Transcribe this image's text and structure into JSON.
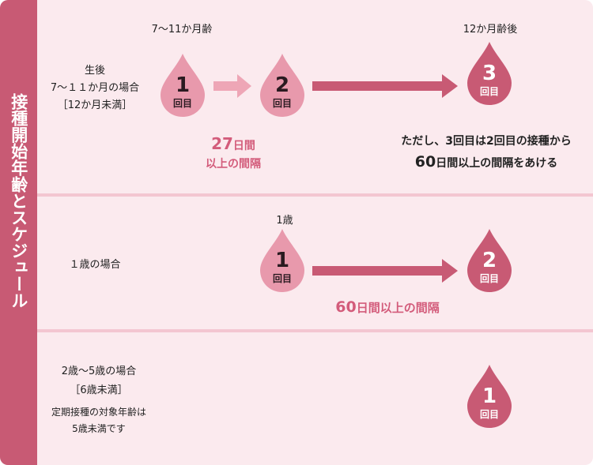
{
  "side_title": "接種開始年齢とスケジュール",
  "colors": {
    "accent": "#c85a74",
    "light_drop": "#e899ac",
    "arrow_light": "#eea6b6",
    "arrow_dark": "#c85a74",
    "interval_text": "#d35c7b",
    "background": "#fbeaee"
  },
  "row1": {
    "age_top": "7〜11か月齢",
    "age_top_right": "12か月齢後",
    "case_line1": "生後",
    "case_line2": "7〜１１か月の場合",
    "case_line3": "［12か月未満］",
    "dose1_num": "1",
    "dose1_label": "回目",
    "dose2_num": "2",
    "dose2_label": "回目",
    "dose3_num": "3",
    "dose3_label": "回目",
    "interval_num": "27",
    "interval_unit": "日間",
    "interval_line2": "以上の間隔",
    "note_line1": "ただし、3回目は2回目の接種から",
    "note_line2_num": "60",
    "note_line2_rest": "日間以上の間隔をあける"
  },
  "row2": {
    "age_top": "1歳",
    "case_label": "１歳の場合",
    "dose1_num": "1",
    "dose1_label": "回目",
    "dose2_num": "2",
    "dose2_label": "回目",
    "interval_num": "60",
    "interval_rest": "日間以上の間隔"
  },
  "row3": {
    "case_line1": "2歳〜5歳の場合",
    "case_line2": "［6歳未満］",
    "note_line1": "定期接種の対象年齢は",
    "note_line2": "5歳未満です",
    "dose1_num": "1",
    "dose1_label": "回目"
  }
}
